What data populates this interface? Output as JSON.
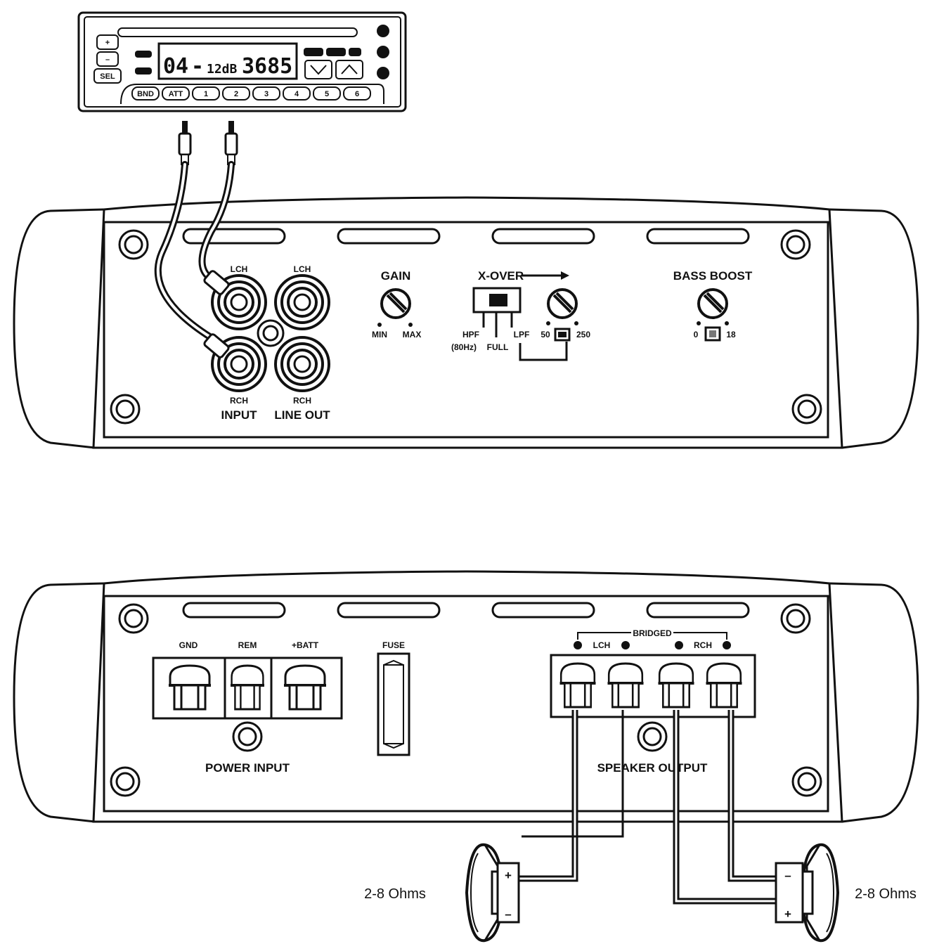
{
  "head_unit": {
    "display": {
      "track": "04",
      "dash": "-",
      "level": "12dB",
      "frequency": "3685"
    },
    "side_buttons": [
      "+",
      "–",
      "SEL"
    ],
    "bottom_buttons": [
      "BND",
      "ATT",
      "1",
      "2",
      "3",
      "4",
      "5",
      "6"
    ]
  },
  "amp_front": {
    "inputs": {
      "lch_label": "LCH",
      "rch_label": "RCH",
      "label": "INPUT"
    },
    "line_out": {
      "lch_label": "LCH",
      "rch_label": "RCH",
      "label": "LINE OUT"
    },
    "gain": {
      "label": "GAIN",
      "min": "MIN",
      "max": "MAX"
    },
    "crossover": {
      "label": "X-OVER",
      "hpf": "HPF",
      "hpf_freq": "(80Hz)",
      "full": "FULL",
      "lpf": "LPF",
      "min": "50",
      "max": "250"
    },
    "bass_boost": {
      "label": "BASS BOOST",
      "min": "0",
      "max": "18"
    }
  },
  "amp_rear": {
    "power": {
      "gnd": "GND",
      "rem": "REM",
      "batt": "+BATT",
      "label": "POWER INPUT"
    },
    "fuse": "FUSE",
    "speaker": {
      "bridged": "BRIDGED",
      "lch": "LCH",
      "rch": "RCH",
      "label": "SPEAKER OUTPUT"
    }
  },
  "speakers": {
    "left": {
      "impedance": "2-8 Ohms",
      "plus": "+",
      "minus": "–"
    },
    "right": {
      "impedance": "2-8 Ohms",
      "plus": "+",
      "minus": "–"
    }
  }
}
